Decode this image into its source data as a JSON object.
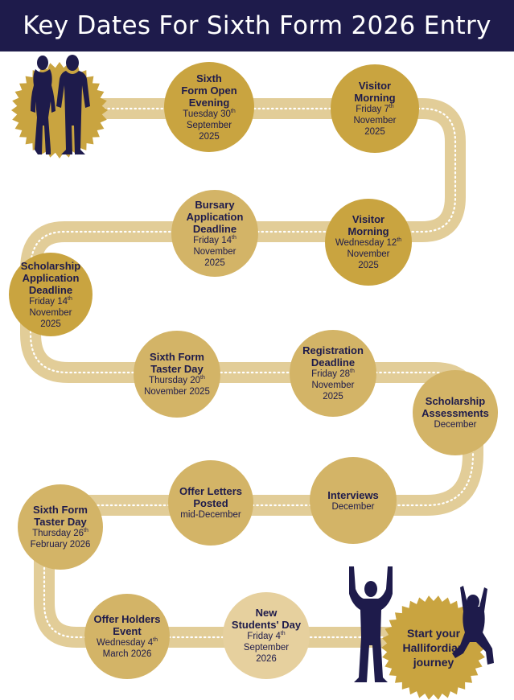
{
  "title": "Key Dates For Sixth Form 2026 Entry",
  "colors": {
    "navy": "#1e1b4b",
    "gold": "#c9a440",
    "path": "#e2cd98",
    "dots": "#ffffff"
  },
  "stops": [
    {
      "title": [
        "Sixth",
        "Form Open",
        "Evening"
      ],
      "date": [
        {
          "t": "Tuesday 30",
          "sup": "th"
        },
        {
          "t": "September"
        },
        {
          "t": "2025"
        }
      ]
    },
    {
      "title": [
        "Visitor",
        "Morning"
      ],
      "date": [
        {
          "t": "Friday 7",
          "sup": "th"
        },
        {
          "t": "November"
        },
        {
          "t": "2025"
        }
      ]
    },
    {
      "title": [
        "Bursary",
        "Application",
        "Deadline"
      ],
      "date": [
        {
          "t": "Friday 14",
          "sup": "th"
        },
        {
          "t": "November"
        },
        {
          "t": "2025"
        }
      ]
    },
    {
      "title": [
        "Visitor",
        "Morning"
      ],
      "date": [
        {
          "t": "Wednesday 12",
          "sup": "th"
        },
        {
          "t": "November"
        },
        {
          "t": "2025"
        }
      ]
    },
    {
      "title": [
        "Scholarship",
        "Application",
        "Deadline"
      ],
      "date": [
        {
          "t": "Friday 14",
          "sup": "th"
        },
        {
          "t": "November"
        },
        {
          "t": "2025"
        }
      ]
    },
    {
      "title": [
        "Sixth Form",
        "Taster Day"
      ],
      "date": [
        {
          "t": "Thursday 20",
          "sup": "th"
        },
        {
          "t": "November 2025"
        }
      ]
    },
    {
      "title": [
        "Registration",
        "Deadline"
      ],
      "date": [
        {
          "t": "Friday 28",
          "sup": "th"
        },
        {
          "t": "November"
        },
        {
          "t": "2025"
        }
      ]
    },
    {
      "title": [
        "Scholarship",
        "Assessments"
      ],
      "date": [
        {
          "t": "December"
        }
      ]
    },
    {
      "title": [
        "Offer Letters",
        "Posted"
      ],
      "date": [
        {
          "t": "mid-December"
        }
      ]
    },
    {
      "title": [
        "Interviews"
      ],
      "date": [
        {
          "t": "December"
        }
      ]
    },
    {
      "title": [
        "Sixth Form",
        "Taster Day"
      ],
      "date": [
        {
          "t": "Thursday 26",
          "sup": "th"
        },
        {
          "t": "February 2026"
        }
      ]
    },
    {
      "title": [
        "Offer Holders",
        "Event"
      ],
      "date": [
        {
          "t": "Wednesday 4",
          "sup": "th"
        },
        {
          "t": "March 2026"
        }
      ]
    },
    {
      "title": [
        "New",
        "Students' Day"
      ],
      "date": [
        {
          "t": "Friday 4",
          "sup": "th"
        },
        {
          "t": "September"
        },
        {
          "t": "2026"
        }
      ]
    }
  ],
  "final": [
    "Start your",
    "Hallifordian",
    "journey"
  ]
}
